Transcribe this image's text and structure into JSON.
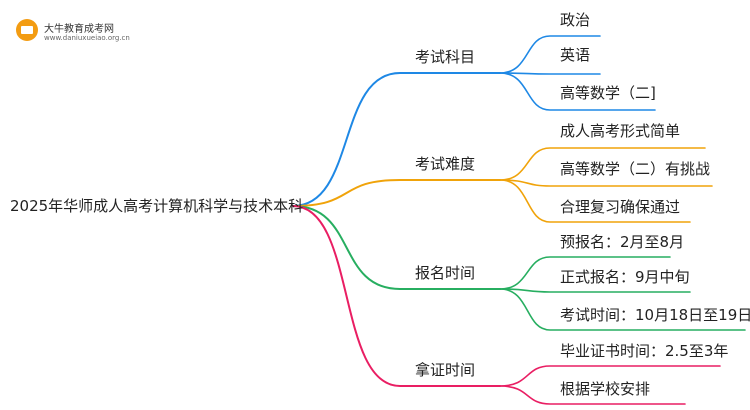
{
  "logo": {
    "name": "大牛教育成考网",
    "url": "www.daniuxueiao.org.cn"
  },
  "root": "2025年华师成人高考计算机科学与技术本科",
  "branches": [
    {
      "label": "考试科目",
      "color": "#1e88e5",
      "children": [
        "政治",
        "英语",
        "高等数学（二]"
      ]
    },
    {
      "label": "考试难度",
      "color": "#f0a30a",
      "children": [
        "成人高考形式简单",
        "高等数学（二）有挑战",
        "合理复习确保通过"
      ]
    },
    {
      "label": "报名时间",
      "color": "#27ae60",
      "children": [
        "预报名：2月至8月",
        "正式报名：9月中旬",
        "考试时间：10月18日至19日"
      ]
    },
    {
      "label": "拿证时间",
      "color": "#e91e63",
      "children": [
        "毕业证书时间：2.5至3年",
        "根据学校安排"
      ]
    }
  ]
}
